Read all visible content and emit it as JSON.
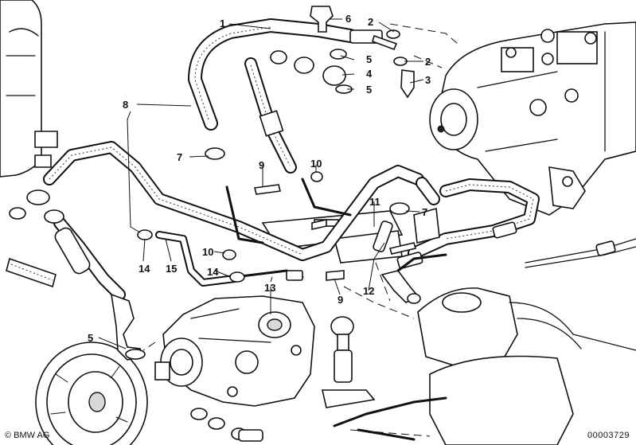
{
  "callouts": [
    {
      "id": "c1",
      "label": "1"
    },
    {
      "id": "c2a",
      "label": "2"
    },
    {
      "id": "c2b",
      "label": "2"
    },
    {
      "id": "c3",
      "label": "3"
    },
    {
      "id": "c4",
      "label": "4"
    },
    {
      "id": "c5a",
      "label": "5"
    },
    {
      "id": "c5b",
      "label": "5"
    },
    {
      "id": "c5c",
      "label": "5"
    },
    {
      "id": "c6",
      "label": "6"
    },
    {
      "id": "c7a",
      "label": "7"
    },
    {
      "id": "c7b",
      "label": "7"
    },
    {
      "id": "c8",
      "label": "8"
    },
    {
      "id": "c9a",
      "label": "9"
    },
    {
      "id": "c9b",
      "label": "9"
    },
    {
      "id": "c10a",
      "label": "10"
    },
    {
      "id": "c10b",
      "label": "10"
    },
    {
      "id": "c11",
      "label": "11"
    },
    {
      "id": "c12",
      "label": "12"
    },
    {
      "id": "c13",
      "label": "13"
    },
    {
      "id": "c14a",
      "label": "14"
    },
    {
      "id": "c14b",
      "label": "14"
    },
    {
      "id": "c15",
      "label": "15"
    }
  ],
  "footer": {
    "copyright": "© BMW AG",
    "drawing_number": "00003729"
  }
}
